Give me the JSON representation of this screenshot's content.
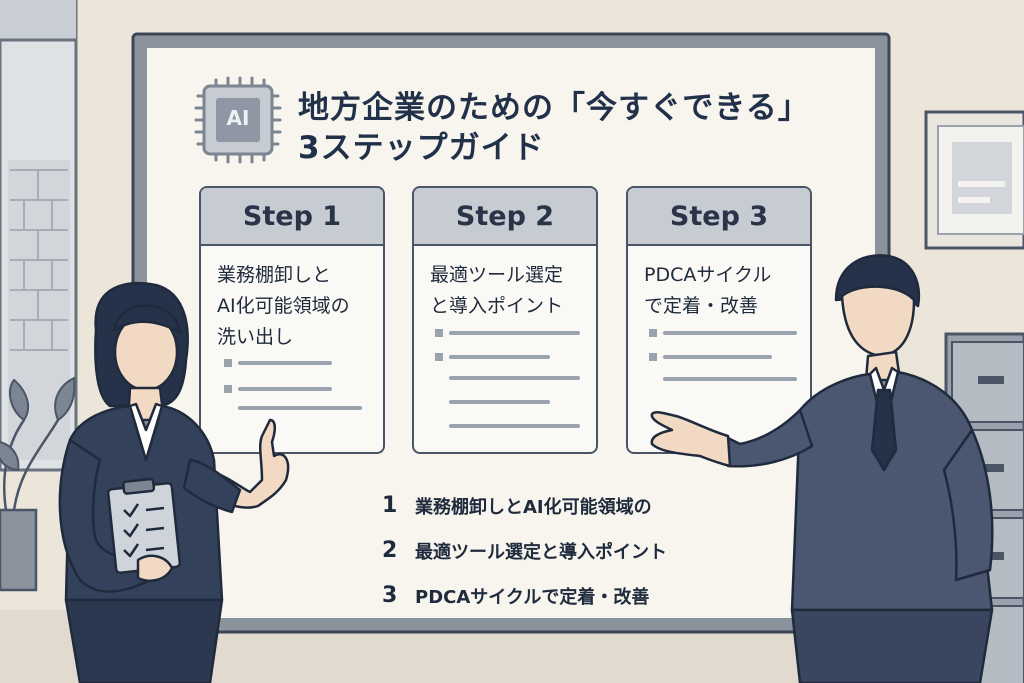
{
  "title_line1": "地方企業のための「今すぐできる」",
  "title_line2": "3ステップガイド",
  "ai_chip_label": "AI",
  "cards": [
    {
      "header": "Step 1",
      "lines": [
        "業務棚卸しと",
        "AI化可能領域の",
        "洗い出し"
      ]
    },
    {
      "header": "Step 2",
      "lines": [
        "最適ツール選定",
        "と導入ポイント"
      ]
    },
    {
      "header": "Step 3",
      "lines": [
        "PDCAサイクル",
        "で定着・改善"
      ]
    }
  ],
  "list": [
    {
      "num": "1",
      "text": "業務棚卸しとAI化可能領域の"
    },
    {
      "num": "2",
      "text": "最適ツール選定と導入ポイント"
    },
    {
      "num": "3",
      "text": "PDCAサイクルで定着・改善"
    }
  ],
  "colors": {
    "navy": "#22314a",
    "slate": "#4a5568",
    "paper": "#fbf9f5",
    "wall": "#ece5da"
  },
  "icons": [
    "ai-chip-icon",
    "clipboard-icon",
    "plant-icon",
    "wall-frame-icon"
  ]
}
